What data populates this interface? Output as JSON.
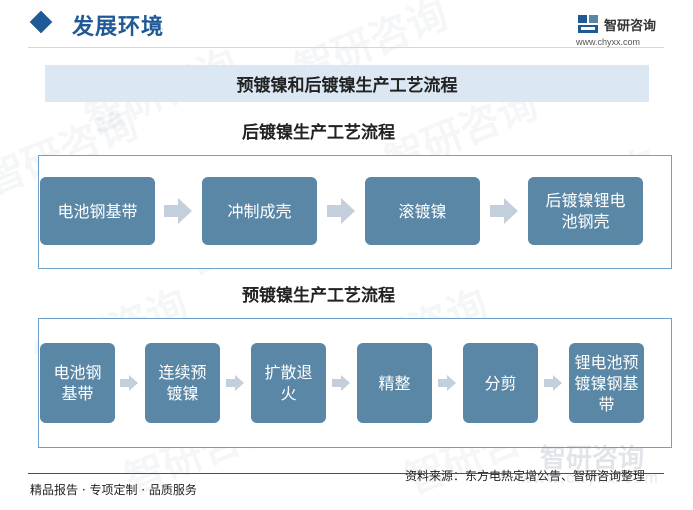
{
  "header": {
    "title": "发展环境",
    "title_shadow": "ze",
    "logo_name": "智研咨询",
    "logo_url": "www.chyxx.com"
  },
  "banner": {
    "title": "预镀镍和后镀镍生产工艺流程"
  },
  "post_plating": {
    "title": "后镀镍生产工艺流程",
    "steps": [
      "电池钢基带",
      "冲制成壳",
      "滚镀镍",
      "后镀镍锂电池钢壳"
    ]
  },
  "pre_plating": {
    "title": "预镀镍生产工艺流程",
    "steps": [
      "电池钢基带",
      "连续预镀镍",
      "扩散退火",
      "精整",
      "分剪",
      "锂电池预镀镍钢基带"
    ]
  },
  "footer": {
    "left": "精品报告 · 专项定制 · 品质服务",
    "right": "资料来源：东方电热定增公告、智研咨询整理"
  },
  "watermark": {
    "text": "智研咨询",
    "url": "www.chyxx.com"
  },
  "colors": {
    "accent": "#1f5a96",
    "node": "#5a87a6",
    "frame": "#6fa0cc",
    "arrow": "#c4cfdc",
    "banner": "#dbe7f3"
  }
}
